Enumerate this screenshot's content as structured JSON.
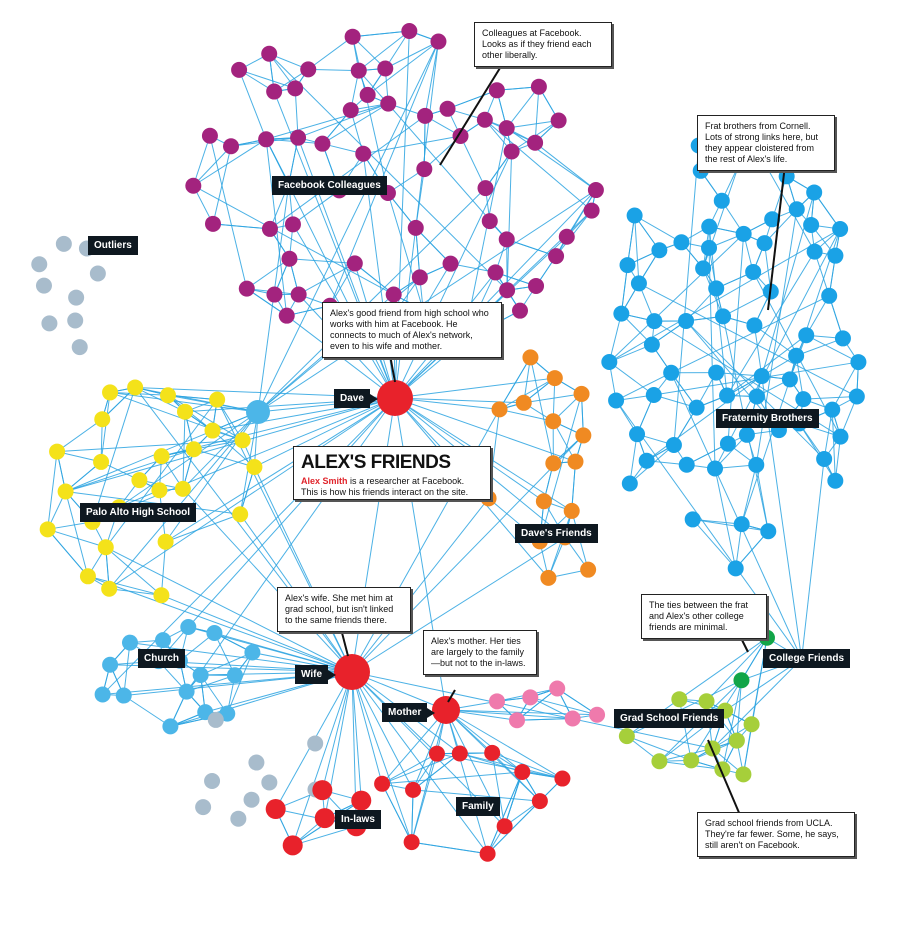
{
  "title": {
    "heading": "ALEX'S FRIENDS",
    "name": "Alex Smith",
    "subtitle": "is a researcher at Facebook. This is how his friends interact on the site."
  },
  "labels": {
    "facebook_colleagues": "Facebook Colleagues",
    "outliers": "Outliers",
    "palo_alto": "Palo Alto High School",
    "dave": "Dave",
    "daves_friends": "Dave's Friends",
    "fraternity": "Fraternity Brothers",
    "church": "Church",
    "wife": "Wife",
    "mother": "Mother",
    "inlaws": "In-laws",
    "family": "Family",
    "grad_school": "Grad School Friends",
    "college": "College Friends"
  },
  "callouts": {
    "colleagues": "Colleagues at Facebook. Looks as if they friend each other liberally.",
    "frat": "Frat brothers from Cornell. Lots of strong links here, but they appear cloistered from the rest of Alex's life.",
    "dave": "Alex's good friend from high school who works with him at Facebook. He connects to much of Alex's network, even to his wife and mother.",
    "wife": "Alex's wife. She met him at grad school, but isn't linked to the same friends there.",
    "mother": "Alex's mother. Her ties are largely to the family—but not to the in-laws.",
    "college": "The ties between the frat and Alex's other college friends are minimal.",
    "grad": "Grad school friends from UCLA. They're far fewer. Some, he says, still aren't on Facebook."
  },
  "colors": {
    "edge": "#2ba3e0",
    "facebook_colleagues": "#a3237e",
    "outliers": "#a8bccc",
    "palo_alto": "#f4e21a",
    "daves_friends": "#f08a22",
    "fraternity": "#1aa2e6",
    "church": "#4cb6e8",
    "family": "#e8222b",
    "inlaws": "#e8222b",
    "pink": "#ef7aac",
    "grad_school": "#a6cf3a",
    "college": "#11a548",
    "hub": "#e8222b",
    "label_bg": "#0e1820"
  },
  "chart_data": {
    "type": "network",
    "title": "ALEX'S FRIENDS",
    "groups": [
      {
        "name": "Facebook Colleagues",
        "color": "#a3237e"
      },
      {
        "name": "Outliers",
        "color": "#a8bccc"
      },
      {
        "name": "Palo Alto High School",
        "color": "#f4e21a"
      },
      {
        "name": "Dave's Friends",
        "color": "#f08a22"
      },
      {
        "name": "Fraternity Brothers",
        "color": "#1aa2e6"
      },
      {
        "name": "Church",
        "color": "#4cb6e8"
      },
      {
        "name": "Family",
        "color": "#e8222b"
      },
      {
        "name": "In-laws",
        "color": "#e8222b"
      },
      {
        "name": "Grad School Friends",
        "color": "#a6cf3a"
      },
      {
        "name": "College Friends",
        "color": "#11a548"
      }
    ],
    "hubs": [
      "Dave",
      "Wife",
      "Mother"
    ]
  }
}
